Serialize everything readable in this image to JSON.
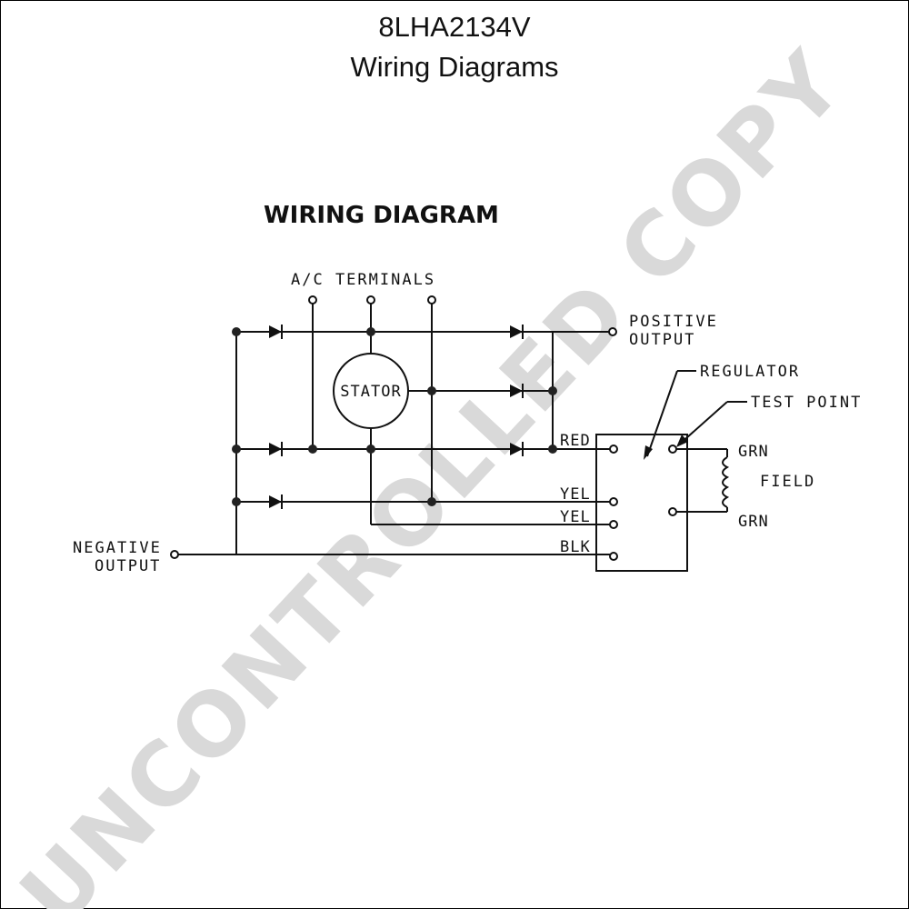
{
  "header": {
    "model": "8LHA2134V",
    "subtitle": "Wiring Diagrams"
  },
  "diagram": {
    "heading": "WIRING DIAGRAM",
    "ac_terminals_label": "A/C TERMINALS",
    "stator_label": "STATOR",
    "positive_output": [
      "POSITIVE",
      "OUTPUT"
    ],
    "negative_output": [
      "NEGATIVE",
      "OUTPUT"
    ],
    "regulator_label": "REGULATOR",
    "test_point_label": "TEST POINT",
    "field_label": "FIELD",
    "wires": {
      "red": "RED",
      "yel1": "YEL",
      "yel2": "YEL",
      "blk": "BLK",
      "grn1": "GRN",
      "grn2": "GRN"
    }
  },
  "watermark": "UNCONTROLLED COPY"
}
